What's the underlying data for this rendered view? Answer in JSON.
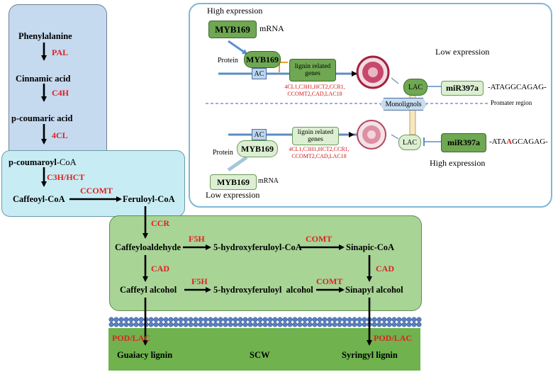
{
  "pathway": {
    "phenylalanine": "Phenylalanine",
    "pal": "PAL",
    "cinnamic_acid": "Cinnamic acid",
    "c4h": "C4H",
    "p_coumaric_acid": "p-coumaric acid",
    "fourcl": "4CL",
    "p_coumaroyl_coa": "p-coumaroyl-CoA",
    "c3h_hct": "C3H/HCT",
    "caffeoyl_coa": "Caffeoyl-CoA",
    "ccomt": "CCOMT",
    "feruloyl_coa": "Feruloyl-CoA",
    "ccr": "CCR",
    "caffeyloaldehyde": "Caffeyloaldehyde",
    "f5h_1": "F5H",
    "hydroxyferuloyl_coa": "5-hydroxyferuloyl-CoA",
    "comt_1": "COMT",
    "sinapic_coa": "Sinapic-CoA",
    "cad_left": "CAD",
    "cad_right": "CAD",
    "caffeyl_alcohol": "Caffeyl alcohol",
    "f5h_2": "F5H",
    "hydroxyferuloyl_alcohol": "5-hydroxyferuloyl  alcohol",
    "comt_2": "COMT",
    "sinapyl_alcohol": "Sinapyl alcohol",
    "pod_lac_left": "POD/LAC",
    "pod_lac_right": "POD/LAC",
    "guaiacy_lignin": "Guaiacy lignin",
    "scw": "SCW",
    "syringyl_lignin": "Syringyl lignin"
  },
  "regulation": {
    "high_expression_top": "High expression",
    "myb169_top": "MYB169",
    "mrna_top": "mRNA",
    "protein_top": "Protein",
    "myb169_protein_top": "MYB169",
    "ac_top": "AC",
    "lignin_genes_top": "lignin related genes",
    "gene_list_top_1": "4CL1,C3H1,HCT2,CCR1,",
    "gene_list_top_2": "CCOMT2,CAD,LAC18",
    "low_expression_top": "Low expression",
    "lac_top": "LAC",
    "mir397a_top": "miR397a",
    "seq_top": "-ATAGGCAGAG-",
    "monolignols": "Monolignols",
    "promoter_region": "Promater region",
    "ac_bottom": "AC",
    "lignin_genes_bottom": "lignin related genes",
    "gene_list_bottom_1": "4CL1,C3H1,HCT2,CCR1,",
    "gene_list_bottom_2": "CCOMT2,CAD,LAC18",
    "protein_bottom": "Protein",
    "myb169_protein_bottom": "MYB169",
    "lac_bottom": "LAC",
    "mir397a_bottom": "miR397a",
    "seq_bottom_pre": "-ATA",
    "seq_bottom_red": "A",
    "seq_bottom_post": "GCAGAG-",
    "high_expression_bottom": "High expression",
    "myb169_bottom_mrna": "MYB169",
    "mrna_bottom": "mRNA",
    "low_expression_bottom": "Low expression"
  },
  "colors": {
    "enzyme_red": "#e02020",
    "blue_box": "#c5d9ef",
    "cyan_box": "#c8ecf4",
    "green_box": "#a8d496",
    "scw_band": "#6fb24e",
    "myb_green": "#6fa752"
  }
}
